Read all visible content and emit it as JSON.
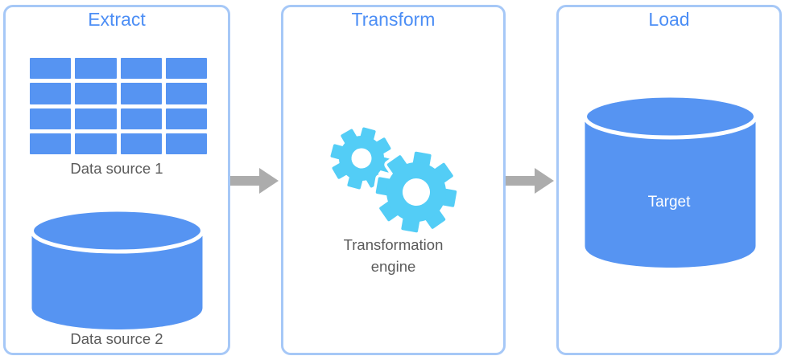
{
  "panels": {
    "extract": {
      "title": "Extract",
      "source1_label": "Data source 1",
      "source2_label": "Data source 2"
    },
    "transform": {
      "title": "Transform",
      "engine_label": "Transformation engine"
    },
    "load": {
      "title": "Load",
      "target_label": "Target"
    }
  },
  "icons": {
    "extract_source1": "table-icon",
    "extract_source2": "database-cylinder-icon",
    "transform": "gears-icon",
    "load_target": "database-cylinder-icon",
    "connectors": "arrow-right-icon"
  },
  "colors": {
    "shape-blue": "#5694f2",
    "gear-cyan": "#53cdf6",
    "title-blue": "#4c8ef5",
    "label-gray": "#5b5b5b",
    "panel-border": "#a6c8f7",
    "arrow-gray": "#acacac",
    "target-text": "#ffffff",
    "background": "#ffffff"
  }
}
